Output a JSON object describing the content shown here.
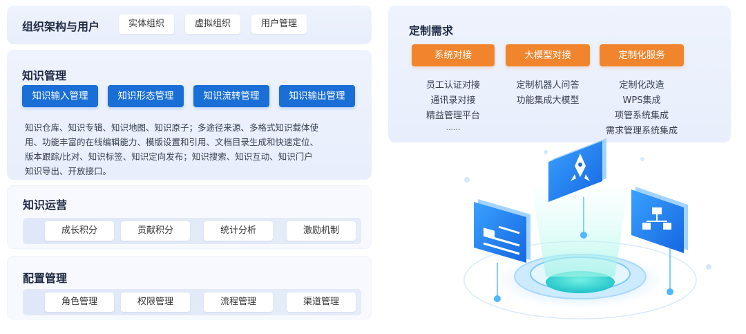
{
  "org": {
    "title": "组织架构与用户",
    "chips": [
      "实体组织",
      "虚拟组织",
      "用户管理"
    ]
  },
  "knowledge": {
    "title": "知识管理",
    "buttons": [
      "知识输入管理",
      "知识形态管理",
      "知识流转管理",
      "知识输出管理"
    ],
    "desc_lines": [
      "知识仓库、知识专辑、知识地图、知识原子；多途径来源、多格式知识载体使",
      "用、功能丰富的在线编辑能力、模版设置和引用、文档目录生成和快速定位、",
      "版本跟踪/比对、知识标签、知识定向发布；知识搜索、知识互动、知识门户",
      "知识导出、开放接口。"
    ]
  },
  "ops": {
    "title": "知识运营",
    "chips": [
      "成长积分",
      "贡献积分",
      "统计分析",
      "激励机制"
    ]
  },
  "config": {
    "title": "配置管理",
    "chips": [
      "角色管理",
      "权限管理",
      "流程管理",
      "渠道管理"
    ]
  },
  "custom": {
    "title": "定制需求",
    "columns": [
      {
        "label": "系统对接",
        "items": [
          "员工认证对接",
          "通讯录对接",
          "精益管理平台",
          "......"
        ]
      },
      {
        "label": "大模型对接",
        "items": [
          "定制机器人问答",
          "功能集成大模型"
        ]
      },
      {
        "label": "定制化服务",
        "items": [
          "定制化改造",
          "WPS集成",
          "项管系统集成",
          "需求管理系统集成"
        ]
      }
    ]
  },
  "colors": {
    "primary_blue": "#1a6fd6",
    "accent_orange": "#f1852d",
    "panel_bg": "#eef3fd"
  },
  "icons": [
    "rocket-icon",
    "document-icon",
    "org-chart-icon"
  ]
}
